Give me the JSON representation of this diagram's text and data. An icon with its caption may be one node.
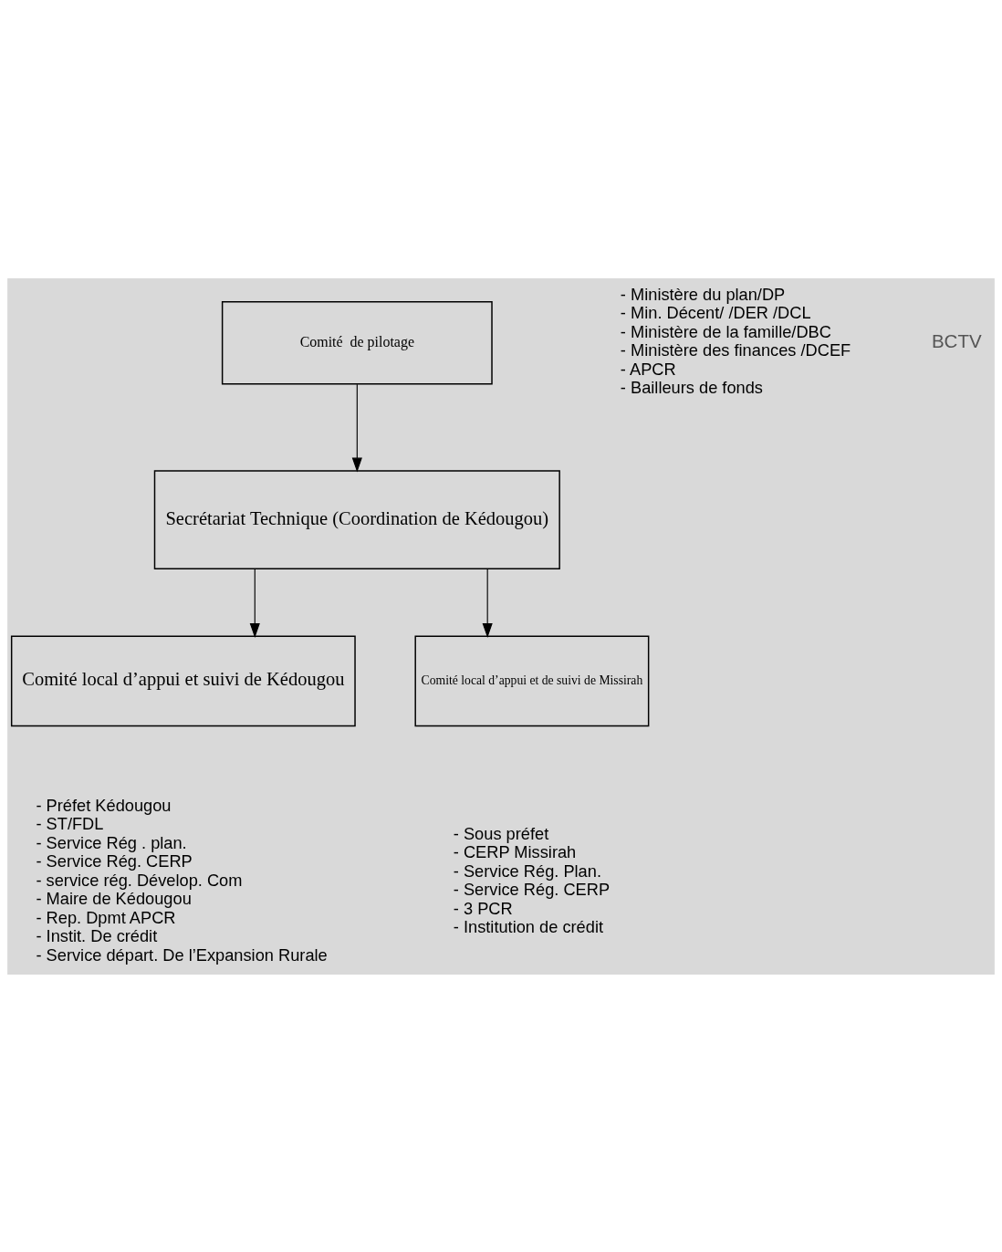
{
  "diagram": {
    "nodes": [
      {
        "text": [
          "Comité  de pilotage"
        ],
        "beside": [
          "- Ministère du plan/DP",
          "- Min. Décent/ /DER /DCL",
          "- Ministère de la famille/DBC",
          "- Ministère des finances /DCEF",
          "- APCR",
          "- Bailleurs de fonds"
        ]
      },
      {
        "text": [
          "Secrétariat Technique (Coordination de Kédougou)"
        ]
      },
      {
        "text": [
          "Comité local d’appui et suivi de Kédougou"
        ],
        "beside": [
          "- Préfet Kédougou",
          "- ST/FDL",
          "- Service Rég . plan.",
          "- Service Rég. CERP",
          "- service rég. Dévelop. Com",
          "- Maire de Kédougou",
          "- Rep. Dpmt APCR",
          "- Instit. De crédit",
          "- Service départ. De l’Expansion Rurale"
        ]
      },
      {
        "text": [
          "Comité local d’appui et de suivi de Missirah"
        ],
        "beside": [
          "- Sous préfet",
          "- CERP Missirah",
          "- Service Rég. Plan.",
          "- Service Rég. CERP",
          "- 3 PCR",
          "- Institution de crédit"
        ]
      }
    ],
    "edges": [
      {
        "from": 0,
        "to": 1,
        "arrow": "to"
      },
      {
        "from": 1,
        "to": 2,
        "arrow": "to"
      },
      {
        "from": 1,
        "to": 3,
        "arrow": "to"
      }
    ],
    "labels": [
      "BCTV"
    ]
  }
}
